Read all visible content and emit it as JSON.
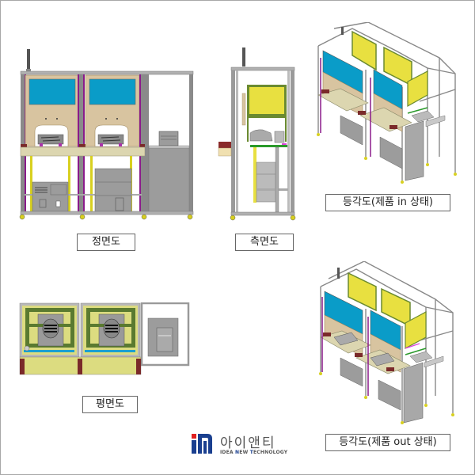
{
  "views": {
    "front": {
      "label": "정면도"
    },
    "side": {
      "label": "측면도"
    },
    "iso_in": {
      "label": "등각도(제품 in 상태)"
    },
    "top": {
      "label": "평면도"
    },
    "iso_out": {
      "label": "등각도(제품 out 상태)"
    }
  },
  "logo": {
    "korean": "아이앤티",
    "english_part1": "IDEA ",
    "english_part2": "N",
    "english_part3": "EW ",
    "english_part4": "T",
    "english_part5": "ECHNOLOGY"
  },
  "colors": {
    "frame_gray": "#9a9a9a",
    "panel_blue": "#0a9cc8",
    "panel_beige": "#d8c4a0",
    "table_top": "#dcd6b0",
    "accent_yellow": "#e8e040",
    "accent_purple": "#8a1a8a",
    "accent_green": "#2a9a2a",
    "olive_frame": "#6a8a30",
    "cabinet_gray": "#9c9c9c",
    "brand_blue": "#1a3f8f",
    "brand_red": "#e02020"
  }
}
